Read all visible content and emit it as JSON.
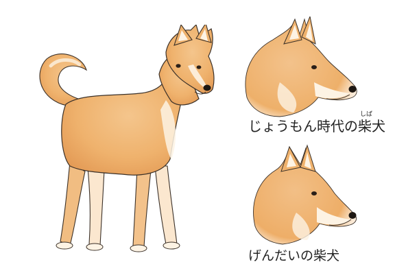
{
  "captions": {
    "jomon": "じょうもん時代の柴犬",
    "modern": "げんだいの柴犬"
  },
  "ruby": {
    "shiba_reading": "しば"
  },
  "colors": {
    "fur": "#f0b879",
    "fur_dark": "#e29a52",
    "cream": "#fdf3e4",
    "outline": "#3a3028",
    "nose": "#1d1712",
    "eye": "#2a1f18"
  }
}
